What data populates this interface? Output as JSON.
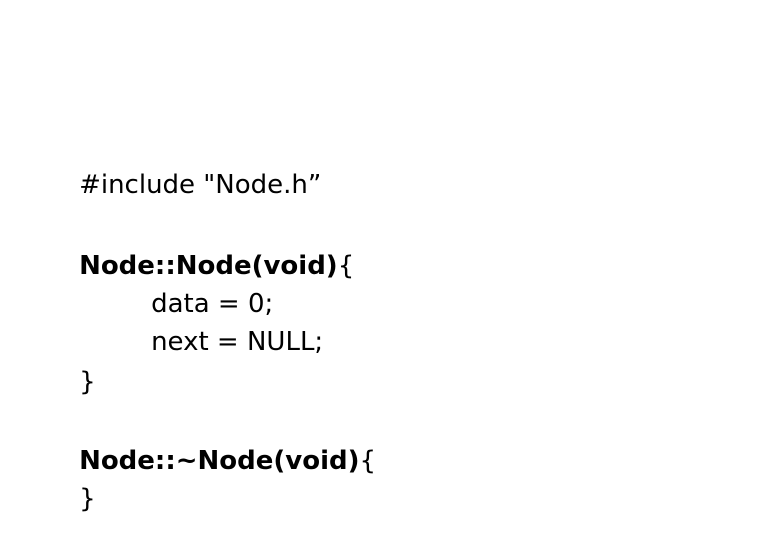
{
  "code": {
    "include_line": "#include \"Node.h”",
    "constructor_signature": "Node::Node(void)",
    "constructor_open_brace": "{",
    "constructor_body": [
      "data = 0;",
      "next = NULL;"
    ],
    "constructor_close_brace": "}",
    "destructor_signature": "Node::~Node(void)",
    "destructor_open_brace": "{",
    "destructor_close_brace": "}"
  }
}
